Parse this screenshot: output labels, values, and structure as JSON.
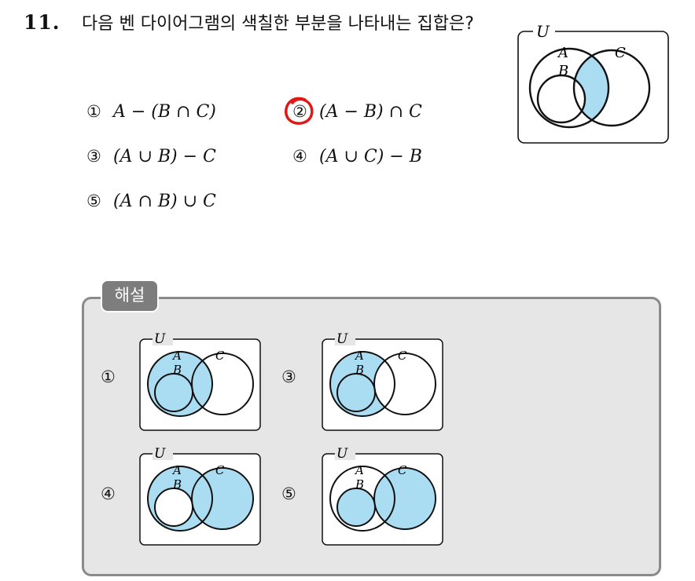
{
  "question": {
    "number": "11.",
    "text": "다음 벤 다이어그램의 색칠한 부분을 나타내는 집합은?"
  },
  "options": [
    {
      "num": "①",
      "expr": "A − (B ∩ C)"
    },
    {
      "num": "②",
      "expr": "(A − B) ∩ C"
    },
    {
      "num": "③",
      "expr": "(A ∪ B) − C"
    },
    {
      "num": "④",
      "expr": "(A ∪ C) − B"
    },
    {
      "num": "⑤",
      "expr": "(A ∩ B) ∪ C"
    }
  ],
  "answer_marked": "②",
  "diagram_labels": {
    "U": "U",
    "A": "A",
    "B": "B",
    "C": "C"
  },
  "solution": {
    "tab_label": "해설",
    "diagrams": [
      {
        "num": "①"
      },
      {
        "num": "③"
      },
      {
        "num": "④"
      },
      {
        "num": "⑤"
      }
    ]
  },
  "colors": {
    "shade": "#aadcf2",
    "mark": "#e01818",
    "panel": "#e6e6e6",
    "tab": "#7d7d7d"
  }
}
